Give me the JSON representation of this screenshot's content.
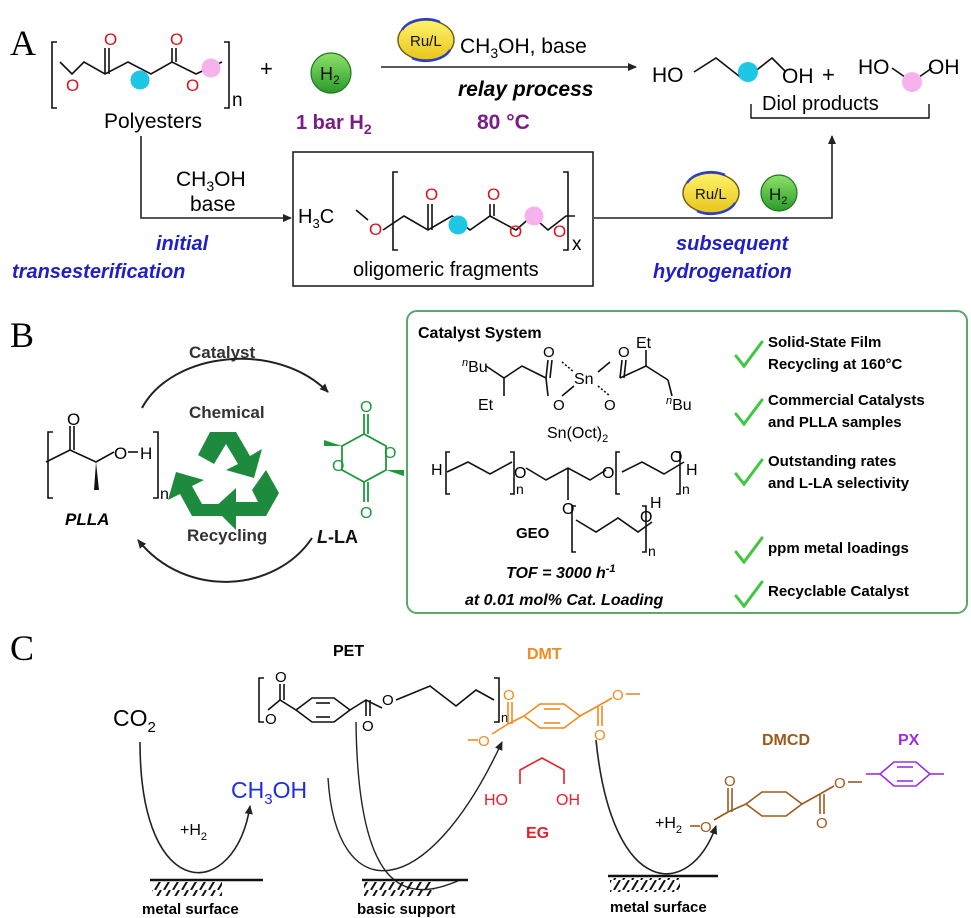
{
  "panel_a": {
    "label": "A",
    "polyesters": "Polyesters",
    "n": "n",
    "plus": "+",
    "h2": "H",
    "h2_sub": "2",
    "h2_pressure": "1 bar H",
    "h2_pressure_sub": "2",
    "catalyst": "Ru/L",
    "cond1_pre": "CH",
    "cond1_sub": "3",
    "cond1_post": "OH, base",
    "relay": "relay process",
    "temp": "80 °C",
    "diol_ho1": "HO",
    "diol_oh1": "OH",
    "diol_ho2": "HO",
    "diol_oh2": "OH",
    "diol_products": "Diol products",
    "step1_l1_pre": "CH",
    "step1_l1_sub": "3",
    "step1_l1_post": "OH",
    "step1_l2": "base",
    "initial": "initial",
    "transesterification": "transesterification",
    "h3c_pre": "H",
    "h3c_sub": "3",
    "h3c_post": "C",
    "o": "O",
    "x": "x",
    "oligomeric": "oligomeric fragments",
    "subsequent": "subsequent",
    "hydrogenation": "hydrogenation"
  },
  "panel_b": {
    "label": "B",
    "catalyst": "Catalyst",
    "chemical": "Chemical",
    "recycling": "Recycling",
    "plla": "PLLA",
    "lla_l": "L",
    "lla_rest": "-LA",
    "n": "n",
    "o": "O",
    "h": "H",
    "box_title": "Catalyst System",
    "nbu_sup": "n",
    "bu": "Bu",
    "et": "Et",
    "sn": "Sn",
    "sn_oct": "Sn(Oct)",
    "sn_oct_sub": "2",
    "geo": "GEO",
    "tof_pre": "TOF = 3000 h",
    "tof_sup": "-1",
    "tof_loading": "at  0.01 mol% Cat. Loading",
    "features": [
      {
        "l1": "Solid-State Film",
        "l2": "Recycling at 160°C"
      },
      {
        "l1": "Commercial Catalysts",
        "l2": "and PLLA samples"
      },
      {
        "l1": "Outstanding rates",
        "l2": "and L-LA selectivity"
      },
      {
        "l1": "ppm metal loadings",
        "l2": ""
      },
      {
        "l1": "Recyclable Catalyst",
        "l2": ""
      }
    ]
  },
  "panel_c": {
    "label": "C",
    "co2_pre": "CO",
    "co2_sub": "2",
    "ch3oh_pre": "CH",
    "ch3oh_sub": "3",
    "ch3oh_post": "OH",
    "h2_plus1": "+H",
    "h2_plus2": "+H",
    "h2_sub": "2",
    "pet": "PET",
    "dmt": "DMT",
    "eg": "EG",
    "dmcd": "DMCD",
    "px": "PX",
    "n": "n",
    "ho": "HO",
    "oh": "OH",
    "o": "O",
    "metal_surface1": "metal surface",
    "basic_support": "basic support",
    "metal_surface2": "metal surface",
    "colors": {
      "dmt": "#f28a1e",
      "eg": "#e8202a",
      "dmcd": "#9a5a1e",
      "px": "#9b30e0",
      "ch3oh": "#1d2ee0"
    }
  },
  "colors": {
    "cyan": "#1ec8e4",
    "pink": "#f7b2ee",
    "red_o": "#d8141c",
    "purple": "#7a1c86",
    "blue_text": "#1f1fc8",
    "green": "#1a9a3a",
    "box_border": "#5aa86a"
  }
}
